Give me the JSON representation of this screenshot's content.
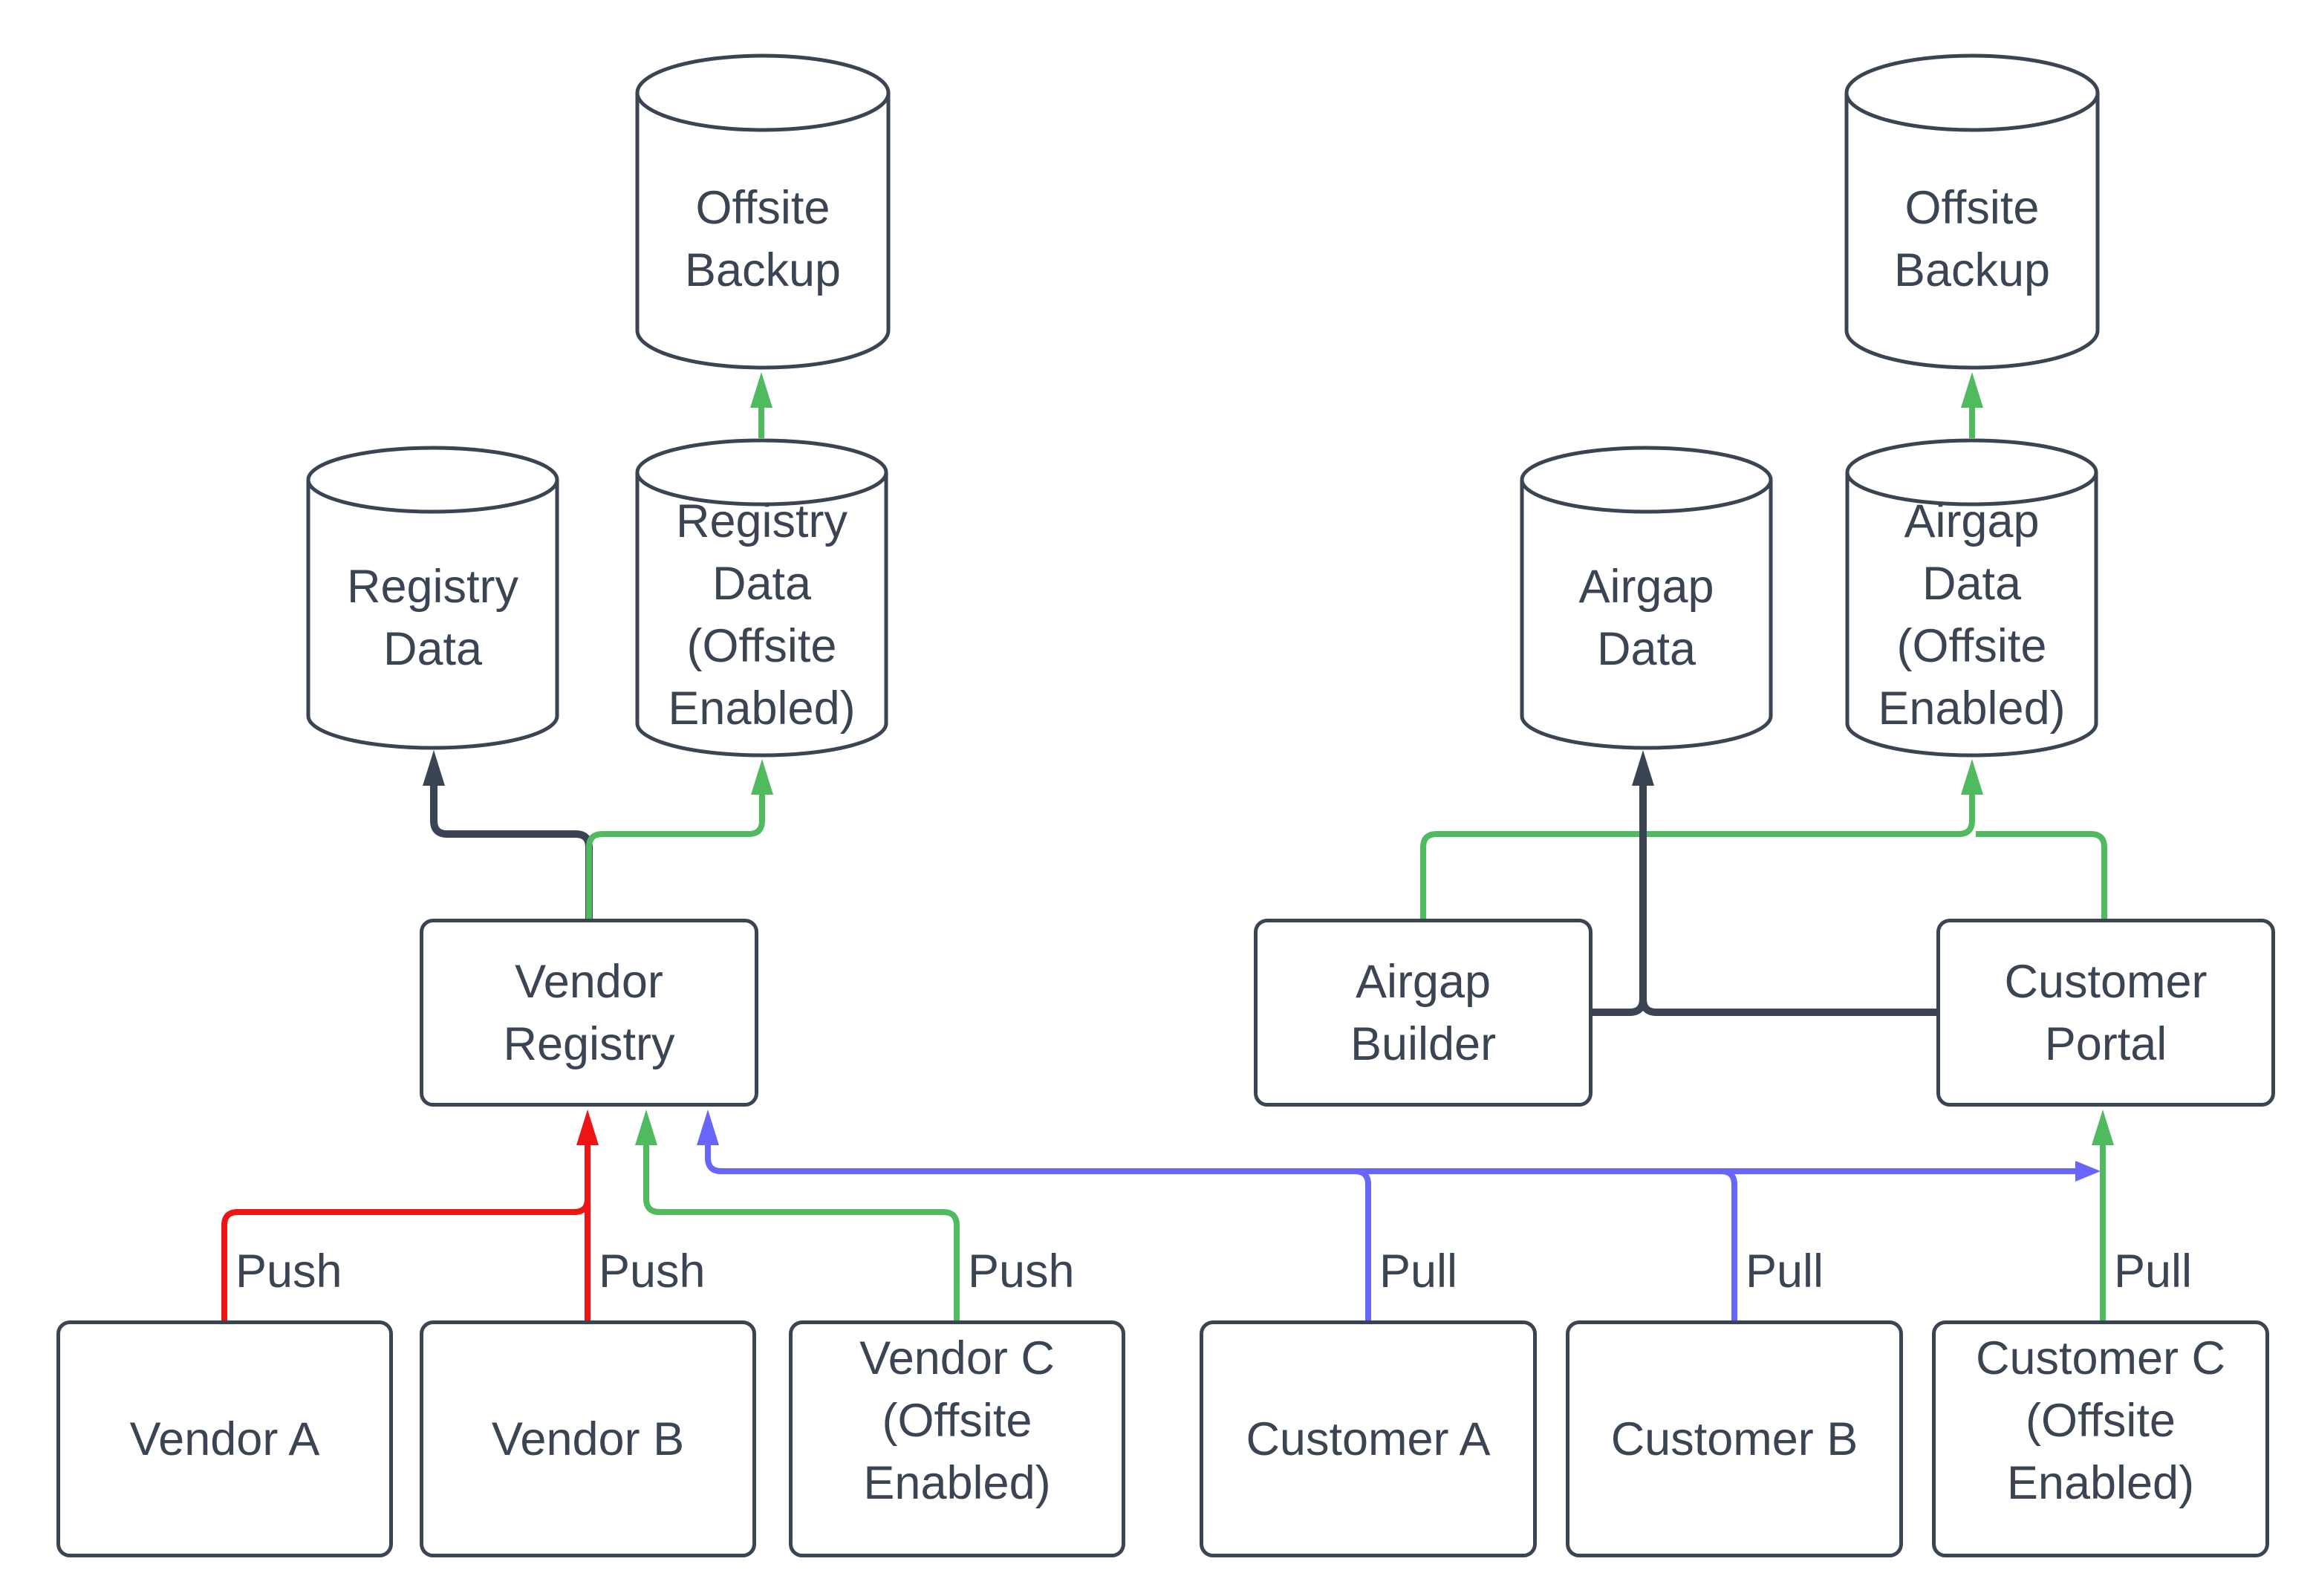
{
  "diagram": {
    "colors": {
      "dark": "#3a4452",
      "green": "#50ba5f",
      "red": "#ee1414",
      "blue": "#6865fa",
      "background": "#ffffff"
    },
    "nodes": {
      "offsite_backup_left": {
        "shape": "cylinder",
        "label": "Offsite\nBackup"
      },
      "registry_data": {
        "shape": "cylinder",
        "label": "Registry\nData"
      },
      "registry_data_offsite": {
        "shape": "cylinder",
        "label": "Registry\nData\n(Offsite\nEnabled)"
      },
      "vendor_registry": {
        "shape": "box",
        "label": "Vendor\nRegistry"
      },
      "vendor_a": {
        "shape": "box",
        "label": "Vendor A"
      },
      "vendor_b": {
        "shape": "box",
        "label": "Vendor B"
      },
      "vendor_c": {
        "shape": "box",
        "label": "Vendor C\n(Offsite\nEnabled)"
      },
      "offsite_backup_right": {
        "shape": "cylinder",
        "label": "Offsite\nBackup"
      },
      "airgap_data": {
        "shape": "cylinder",
        "label": "Airgap\nData"
      },
      "airgap_data_offsite": {
        "shape": "cylinder",
        "label": "Airgap\nData\n(Offsite\nEnabled)"
      },
      "airgap_builder": {
        "shape": "box",
        "label": "Airgap\nBuilder"
      },
      "customer_portal": {
        "shape": "box",
        "label": "Customer\nPortal"
      },
      "customer_a": {
        "shape": "box",
        "label": "Customer A"
      },
      "customer_b": {
        "shape": "box",
        "label": "Customer B"
      },
      "customer_c": {
        "shape": "box",
        "label": "Customer C\n(Offsite\nEnabled)"
      }
    },
    "edge_labels": {
      "push_vendor_a": "Push",
      "push_vendor_b": "Push",
      "push_vendor_c": "Push",
      "pull_customer_a": "Pull",
      "pull_customer_b": "Pull",
      "pull_customer_c": "Pull"
    }
  }
}
